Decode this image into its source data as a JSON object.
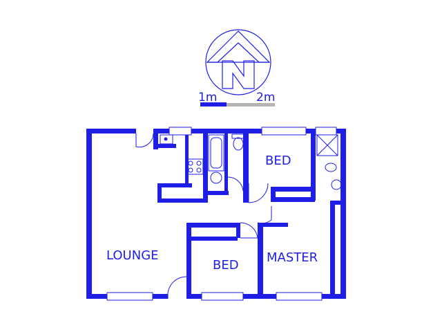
{
  "compass": {
    "north_label": "N",
    "icon": "north-arrow-icon"
  },
  "scale_bar": {
    "label_1": "1m",
    "label_2": "2m"
  },
  "rooms": {
    "lounge": "LOUNGE",
    "bed_1": "BED",
    "bed_2": "BED",
    "master": "MASTER"
  },
  "colors": {
    "walls": "#1e1ee6",
    "scale_secondary": "#b4b4b4",
    "background": "#ffffff"
  }
}
